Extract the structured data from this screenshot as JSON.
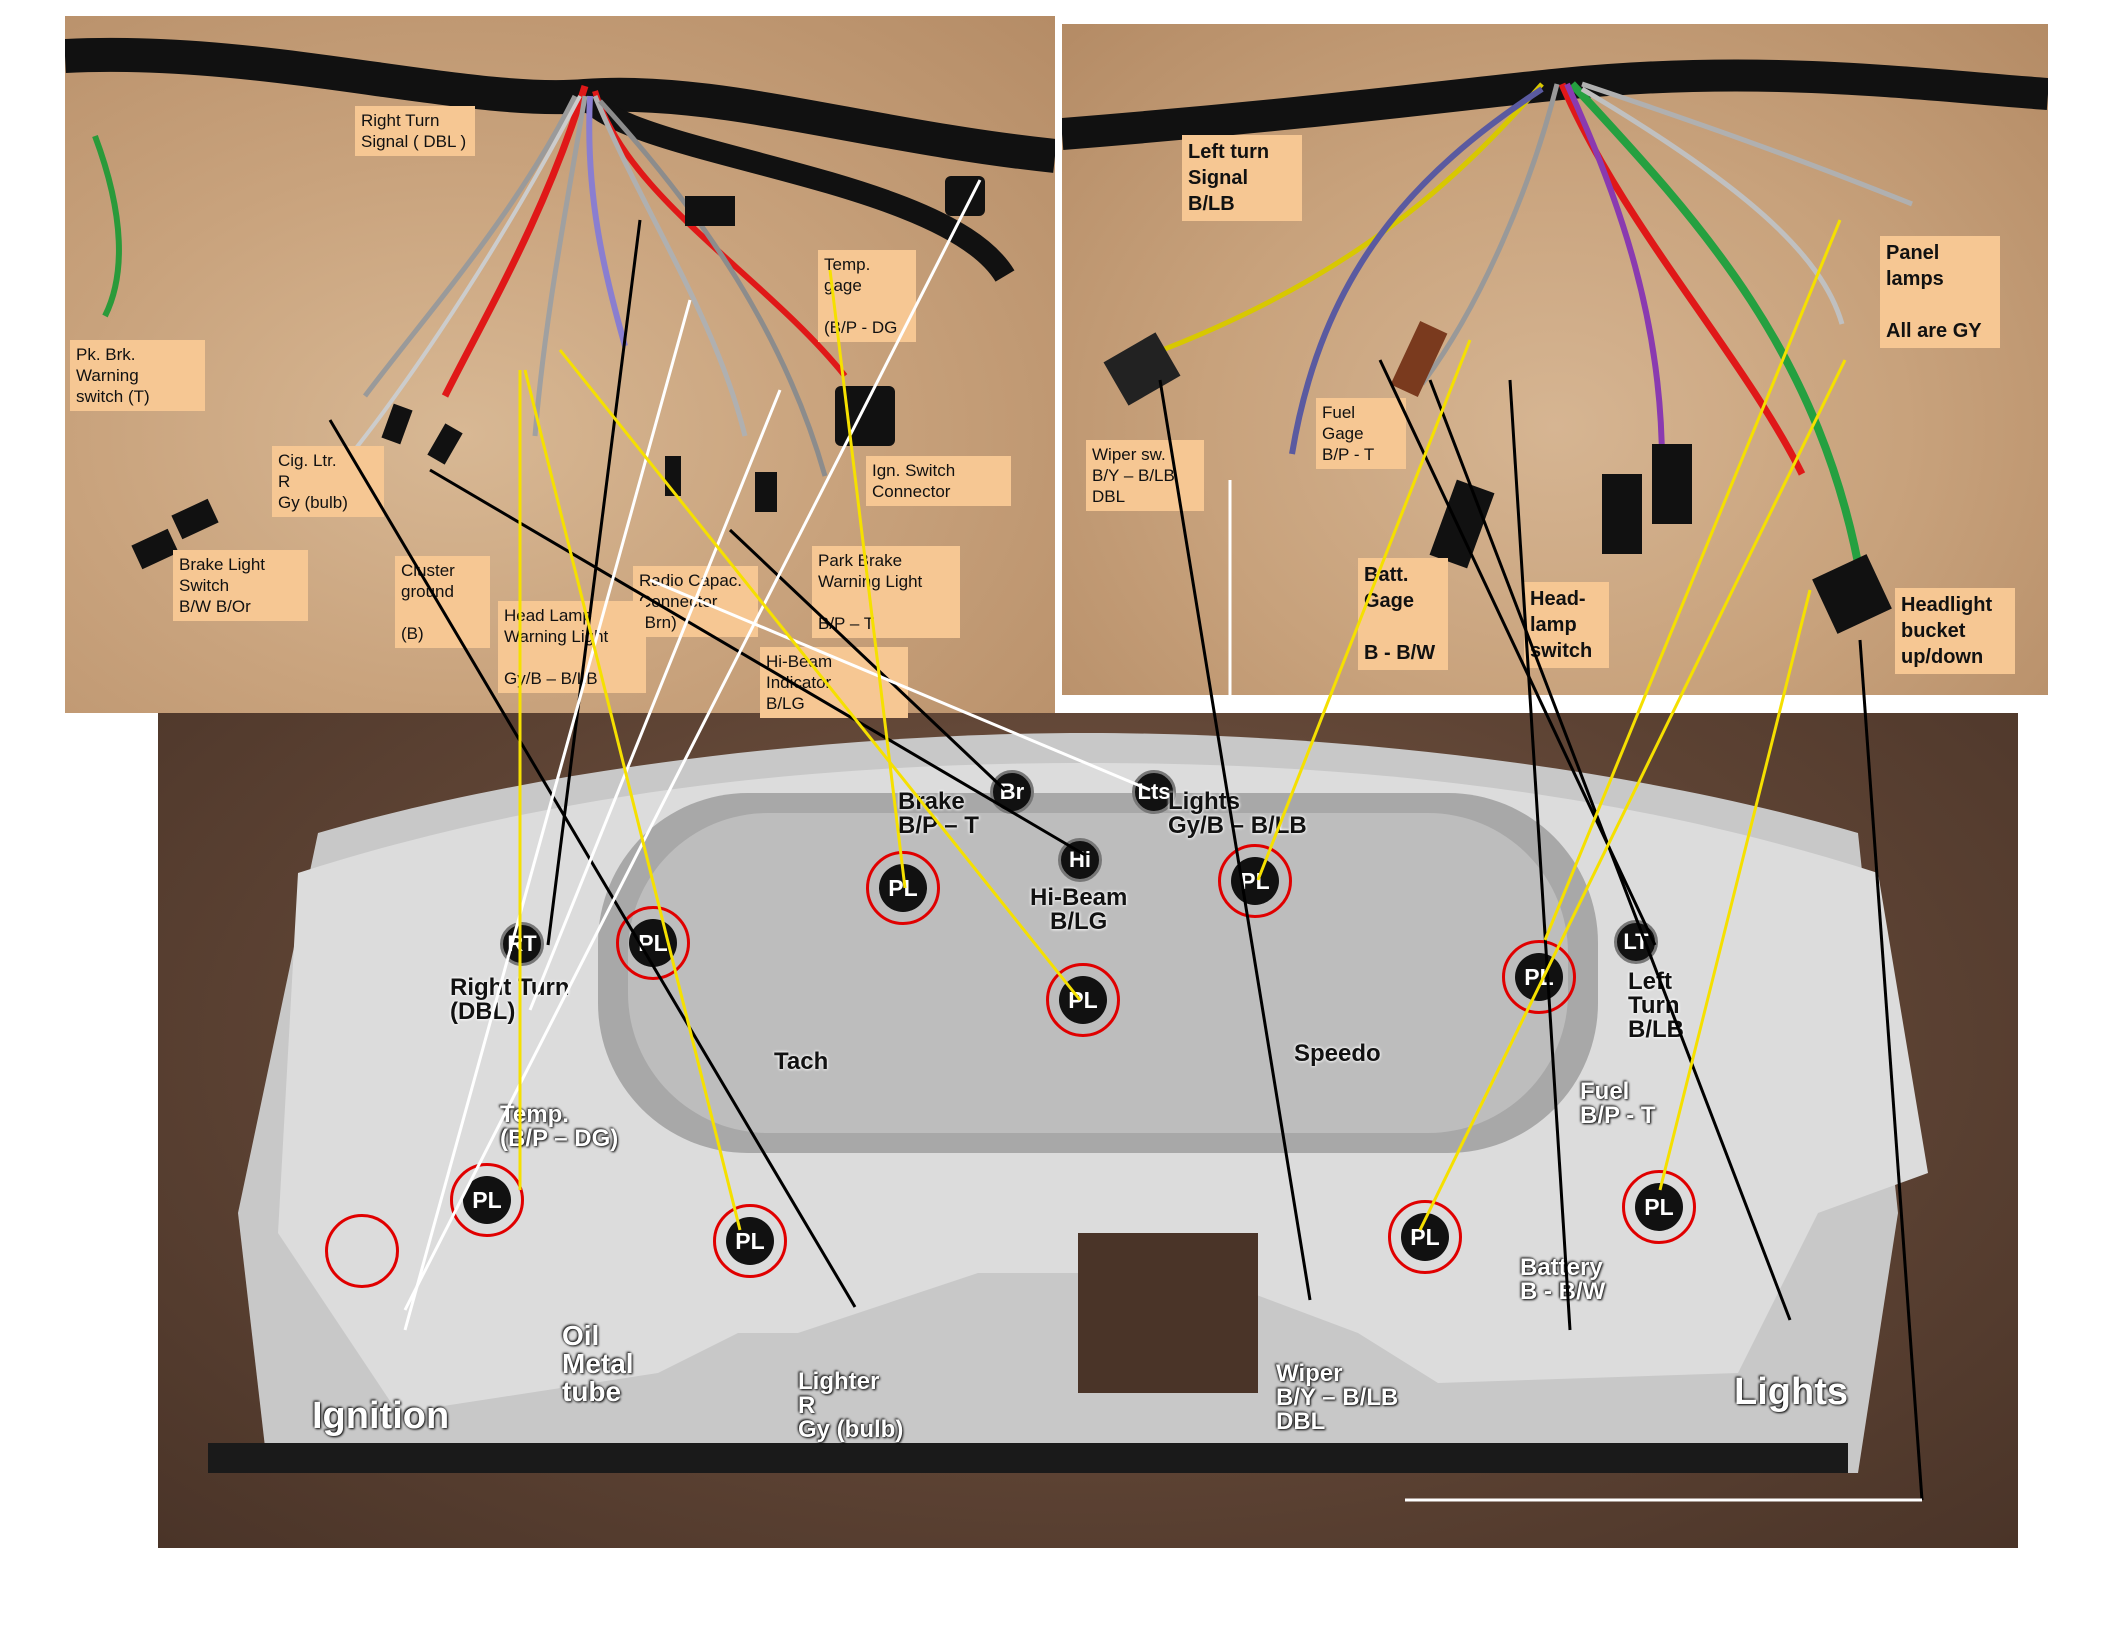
{
  "left_photo_labels": {
    "right_turn_signal": "Right Turn\nSignal ( DBL )",
    "temp_gage": "Temp.\ngage\n\n(B/P - DG",
    "pk_brk_warning": "Pk. Brk.\nWarning\nswitch (T)",
    "cig_ltr": "Cig. Ltr.\nR\nGy (bulb)",
    "ign_switch_connector": "Ign. Switch\nConnector",
    "brake_light_switch": "Brake Light\nSwitch\nB/W   B/Or",
    "cluster_ground": "Cluster\nground\n\n(B)",
    "radio_capac_connector": "Radio Capac.\nConnector\n(Brn)",
    "park_brake_warning": "Park Brake\nWarning Light\n\nB/P – T",
    "head_lamp_warning": "Head Lamp\nWarning Light\n\nGy/B – B/LB",
    "hi_beam_indicator": "Hi-Beam\nIndicator\n        B/LG"
  },
  "right_photo_labels": {
    "left_turn_signal": "Left turn\nSignal\nB/LB",
    "panel_lamps": "Panel\nlamps\n\nAll are GY",
    "fuel_gage": "Fuel\nGage\nB/P - T",
    "wiper_sw": "Wiper sw.\nB/Y – B/LB\nDBL",
    "batt_gage": "Batt.\nGage\n\nB - B/W",
    "head_lamp_switch": "Head-\nlamp\nswitch",
    "headlight_bucket": "Headlight\nbucket\nup/down"
  },
  "cluster_labels": {
    "brake": "Brake\nB/P – T",
    "lights": "Lights\nGy/B – B/LB",
    "hi_beam": "Hi-Beam\nB/LG",
    "right_turn": "Right Turn\n(DBL)",
    "left_turn": "Left\nTurn\nB/LB",
    "tach": "Tach",
    "speedo": "Speedo",
    "temp": "Temp.\n(B/P – DG)",
    "fuel": "Fuel\nB/P - T",
    "oil": "Oil\nMetal\ntube",
    "lighter": "Lighter\nR\nGy (bulb)",
    "wiper": "Wiper\nB/Y – B/LB\nDBL",
    "battery": "Battery\nB - B/W",
    "ignition": "Ignition",
    "lights_switch": "Lights"
  },
  "plugs": {
    "br": "Br",
    "lts": "Lts",
    "hi": "Hi",
    "rt": "RT",
    "lt": "LT"
  },
  "panel_lamp_label": "PL",
  "colors": {
    "label_bg": "#f6c793",
    "ring_red": "#e00000",
    "connector_yellow": "#f5e000",
    "connector_black": "#000000",
    "connector_white": "#ffffff"
  }
}
